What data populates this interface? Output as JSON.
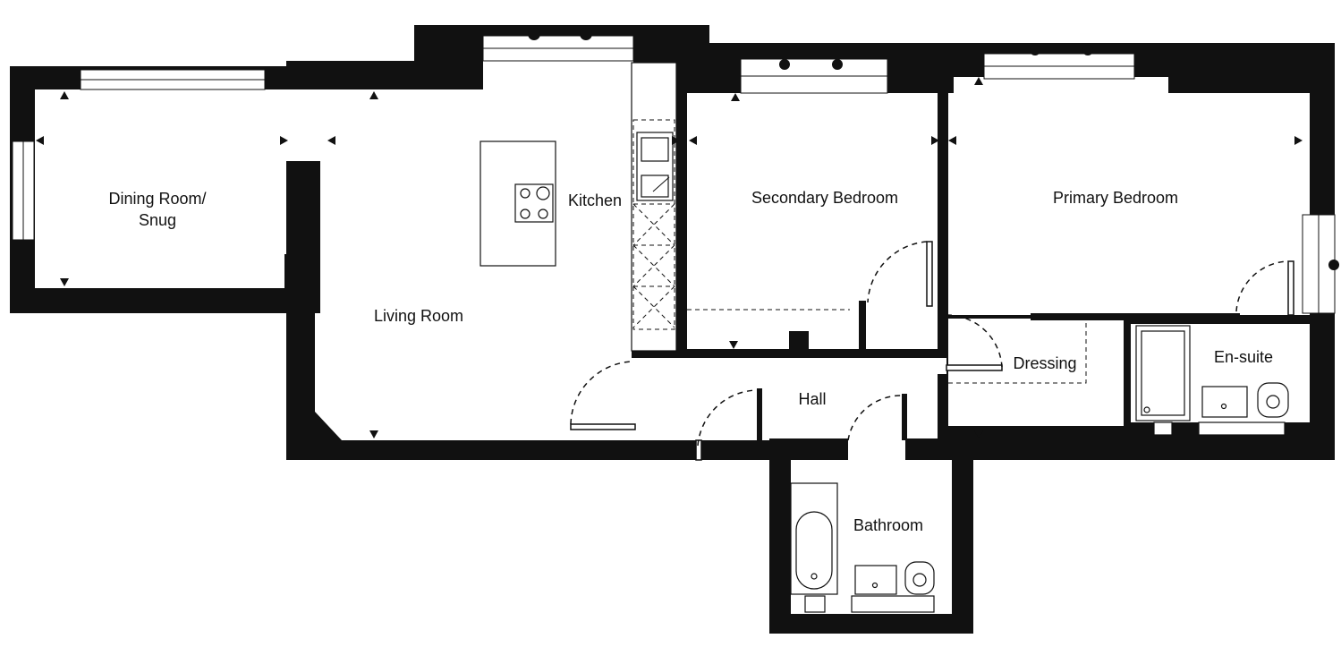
{
  "rooms": {
    "dining": {
      "line1": "Dining Room/",
      "line2": "Snug"
    },
    "kitchen": "Kitchen",
    "living": "Living Room",
    "secondary": "Secondary Bedroom",
    "primary": "Primary Bedroom",
    "hall": "Hall",
    "dressing": "Dressing",
    "ensuite": "En-suite",
    "bathroom": "Bathroom"
  },
  "colors": {
    "wall": "#111111",
    "background": "#ffffff"
  }
}
